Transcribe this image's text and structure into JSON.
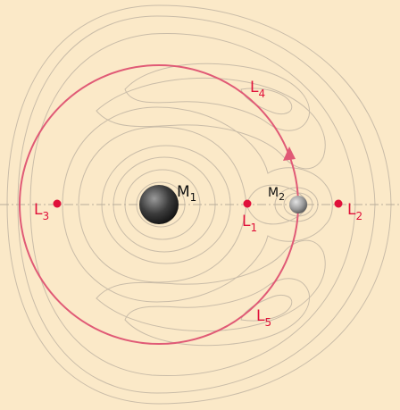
{
  "colors": {
    "background": "#fbe9c8",
    "contour": "#c9bca8",
    "axis": "#b9ad9a",
    "orbit": "#e05a76",
    "lagrange_point": "#e0103a",
    "label_red": "#e0103a",
    "label_black": "#111111"
  },
  "bodies": [
    {
      "id": "m1",
      "label": "M",
      "subscript": "1"
    },
    {
      "id": "m2",
      "label": "M",
      "subscript": "2"
    }
  ],
  "lagrange_points": [
    {
      "id": "l1",
      "label": "L",
      "subscript": "1"
    },
    {
      "id": "l2",
      "label": "L",
      "subscript": "2"
    },
    {
      "id": "l3",
      "label": "L",
      "subscript": "3"
    },
    {
      "id": "l4",
      "label": "L",
      "subscript": "4"
    },
    {
      "id": "l5",
      "label": "L",
      "subscript": "5"
    }
  ]
}
